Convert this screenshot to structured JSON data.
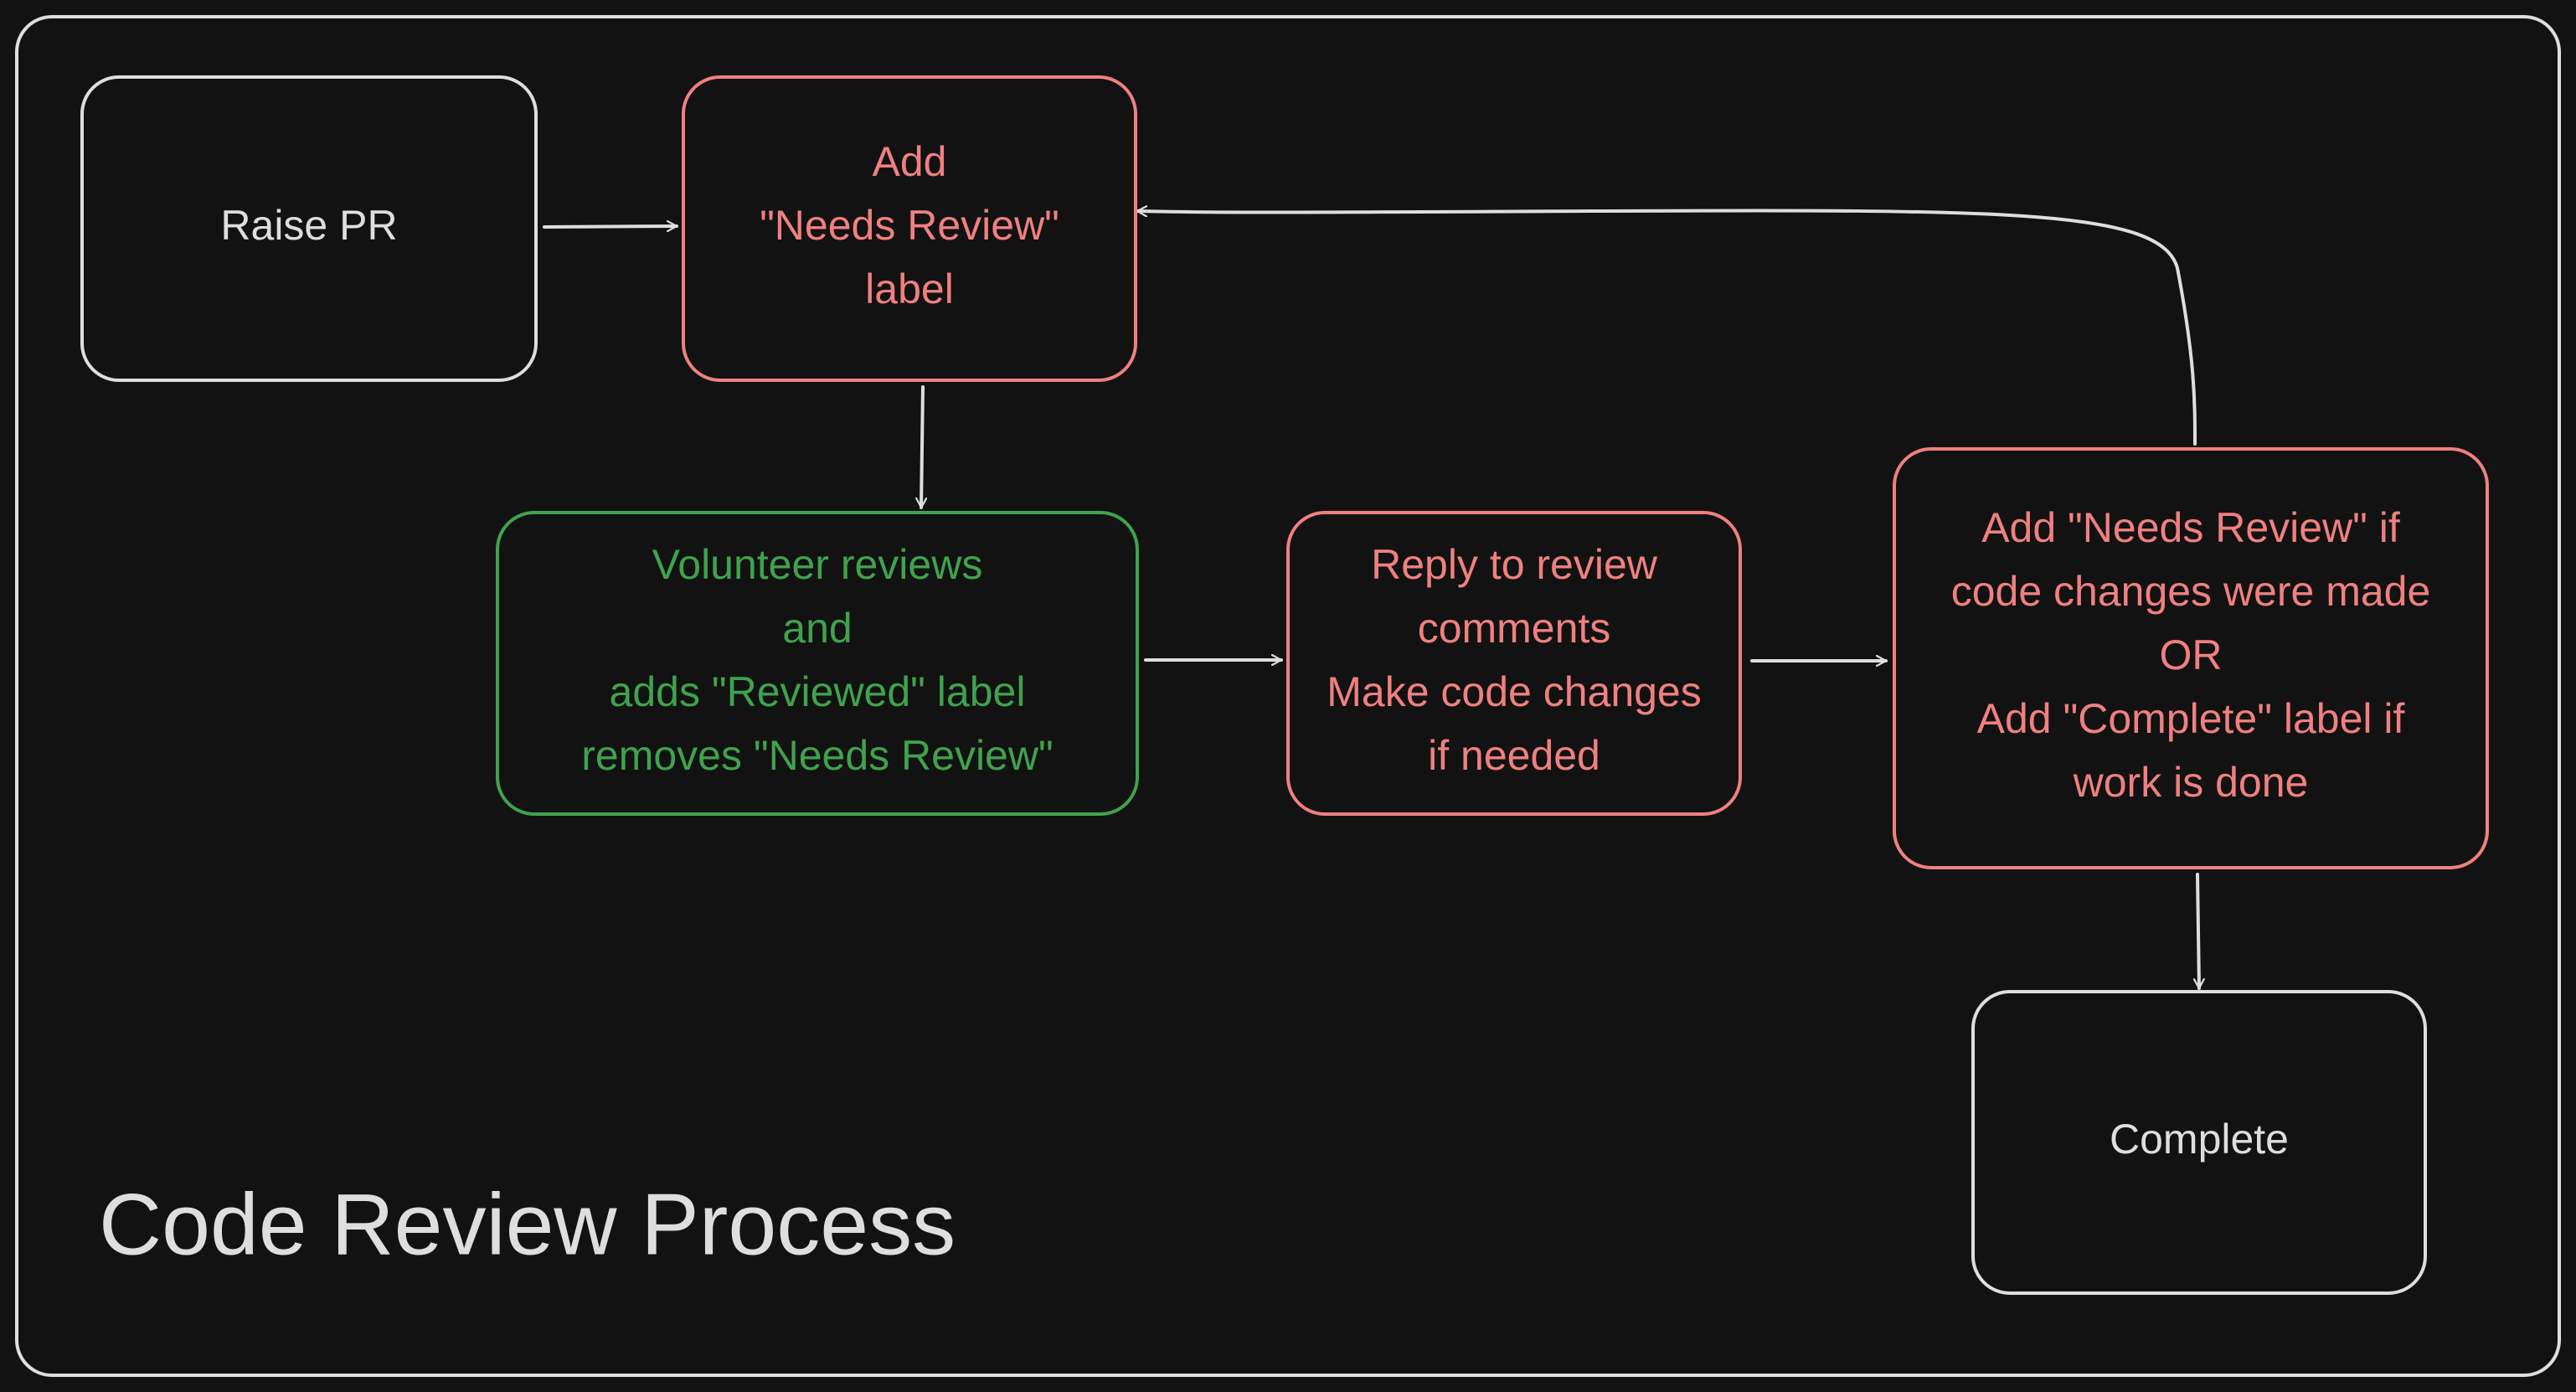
{
  "diagram": {
    "title": "Code Review Process",
    "colors": {
      "background": "#121212",
      "neutral": "#dedede",
      "pending": "#f08080",
      "reviewed": "#3fa34d"
    },
    "nodes": {
      "raise_pr": {
        "lines": [
          "Raise PR"
        ],
        "status": "neutral"
      },
      "add_needs_review": {
        "lines": [
          "Add",
          "\"Needs Review\"",
          "label"
        ],
        "status": "pending"
      },
      "volunteer_reviews": {
        "lines": [
          "Volunteer reviews",
          "and",
          "adds \"Reviewed\" label",
          "removes \"Needs Review\""
        ],
        "status": "reviewed"
      },
      "reply_to_review": {
        "lines": [
          "Reply to review",
          "comments",
          "Make code changes",
          "if needed"
        ],
        "status": "pending"
      },
      "decide_next": {
        "lines": [
          "Add \"Needs Review\" if",
          "code changes were made",
          "OR",
          "Add \"Complete\" label if",
          "work is done"
        ],
        "status": "pending"
      },
      "complete": {
        "lines": [
          "Complete"
        ],
        "status": "neutral"
      }
    },
    "edges": [
      {
        "from": "raise_pr",
        "to": "add_needs_review"
      },
      {
        "from": "add_needs_review",
        "to": "volunteer_reviews"
      },
      {
        "from": "volunteer_reviews",
        "to": "reply_to_review"
      },
      {
        "from": "reply_to_review",
        "to": "decide_next"
      },
      {
        "from": "decide_next",
        "to": "add_needs_review"
      },
      {
        "from": "decide_next",
        "to": "complete"
      }
    ]
  }
}
